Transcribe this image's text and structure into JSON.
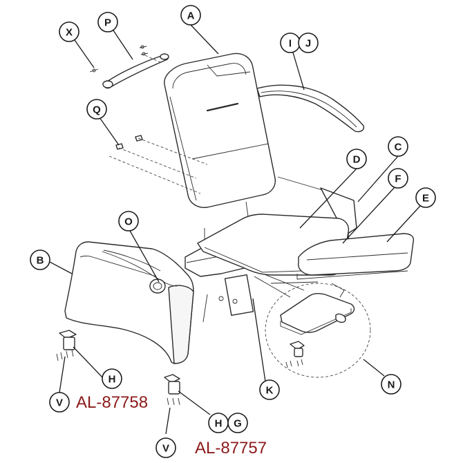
{
  "diagram": {
    "callouts": {
      "A": "A",
      "P": "P",
      "X": "X",
      "I": "I",
      "J": "J",
      "Q": "Q",
      "C": "C",
      "D": "D",
      "F": "F",
      "E": "E",
      "O": "O",
      "B": "B",
      "H1": "H",
      "V1": "V",
      "K": "K",
      "N": "N",
      "H2": "H",
      "G": "G",
      "V2": "V"
    },
    "part_numbers": {
      "left_caster": "AL-87758",
      "right_caster": "AL-87757"
    },
    "colors": {
      "line": "#2a2a2a",
      "part_number": "#8b1a1a",
      "background": "#ffffff"
    }
  }
}
